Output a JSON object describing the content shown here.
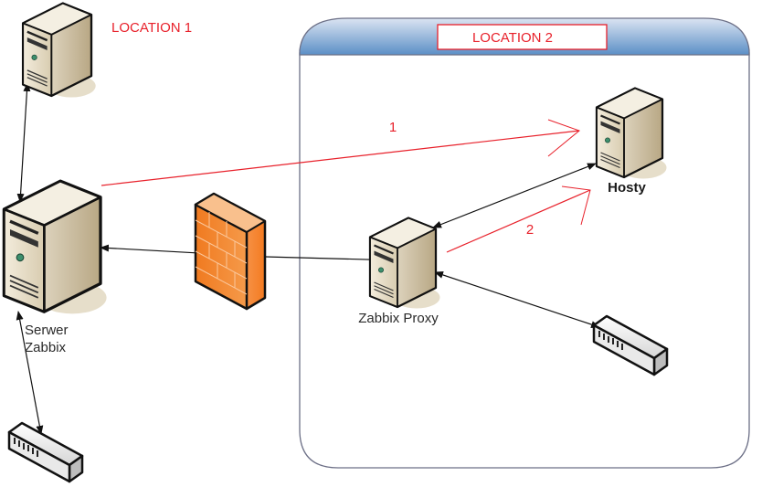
{
  "diagram": {
    "type": "network-topology",
    "locations": [
      {
        "id": "loc1",
        "label": "LOCATION 1"
      },
      {
        "id": "loc2",
        "label": "LOCATION 2"
      }
    ],
    "nodes": {
      "top_server": {
        "label": "",
        "kind": "server"
      },
      "zabbix_server": {
        "label_line1": "Serwer",
        "label_line2": "Zabbix",
        "kind": "server"
      },
      "left_switch": {
        "label": "",
        "kind": "switch"
      },
      "firewall": {
        "label": "",
        "kind": "firewall"
      },
      "zabbix_proxy": {
        "label": "Zabbix Proxy",
        "kind": "server"
      },
      "hosty": {
        "label": "Hosty",
        "kind": "server"
      },
      "right_switch": {
        "label": "",
        "kind": "switch"
      }
    },
    "flows": [
      {
        "id": "flow1",
        "label": "1",
        "from": "zabbix_server",
        "to": "hosty"
      },
      {
        "id": "flow2",
        "label": "2",
        "from": "zabbix_proxy",
        "to": "hosty"
      }
    ],
    "colors": {
      "location_text": "#e8212b",
      "flow_arrows": "#e8212b",
      "container_header_top": "#c9d6ea",
      "container_header_bottom": "#5b8fc6",
      "container_border": "#6c6f86",
      "firewall": "#f47a20",
      "server_body": "#e6dcc4"
    }
  }
}
